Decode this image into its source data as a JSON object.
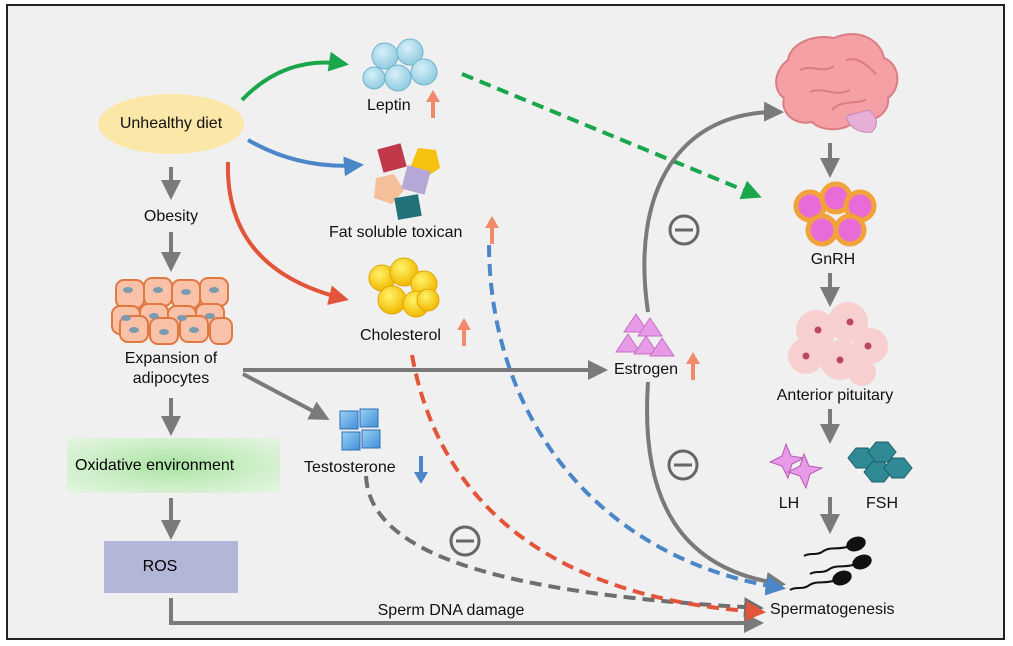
{
  "labels": {
    "unhealthy_diet": "Unhealthy diet",
    "obesity": "Obesity",
    "expansion_line1": "Expansion of",
    "expansion_line2": "adipocytes",
    "oxidative": "Oxidative environment",
    "ros": "ROS",
    "sperm_dna": "Sperm DNA damage",
    "leptin": "Leptin",
    "fat_soluble": "Fat soluble toxican",
    "cholesterol": "Cholesterol",
    "testosterone": "Testosterone",
    "estrogen": "Estrogen",
    "gnrh": "GnRH",
    "anterior_pituitary": "Anterior pituitary",
    "lh": "LH",
    "fsh": "FSH",
    "spermatogenesis": "Spermatogenesis"
  },
  "colors": {
    "green_arrow": "#1aa64a",
    "blue_arrow": "#4a86c8",
    "red_arrow": "#e2553a",
    "gray_arrow": "#7a7a7a",
    "dark_gray_dashed": "#6e6e6e",
    "up_indicator": "#f08a6b",
    "down_indicator": "#4a86c8"
  }
}
